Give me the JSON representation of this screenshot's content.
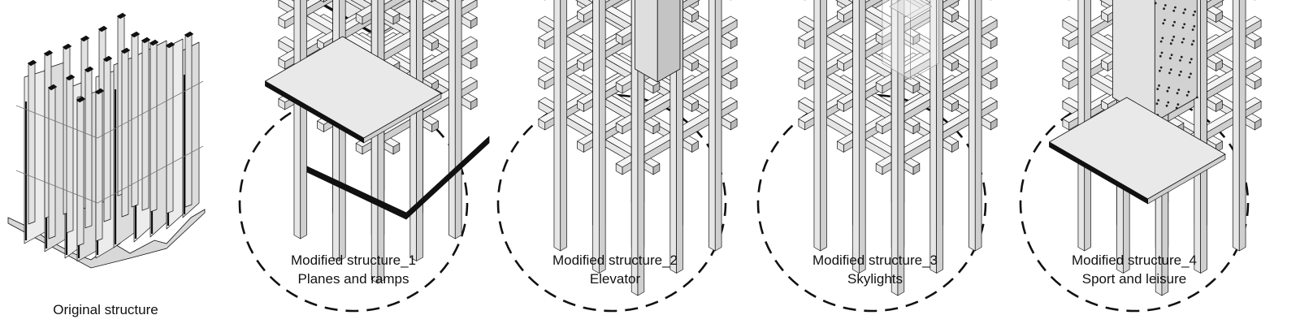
{
  "panels": [
    {
      "title": "Original structure",
      "subtitle": ""
    },
    {
      "title": "Modified structure_1",
      "subtitle": "Planes and ramps"
    },
    {
      "title": "Modified structure_2",
      "subtitle": "Elevator"
    },
    {
      "title": "Modified structure_3",
      "subtitle": "Skylights"
    },
    {
      "title": "Modified structure_4",
      "subtitle": "Sport and leisure"
    }
  ],
  "colors": {
    "line": "#111111",
    "face_light": "#e6e6e6",
    "face_mid": "#cfcfcf",
    "face_dark": "#b8b8b8",
    "post_cap": "#111111"
  }
}
